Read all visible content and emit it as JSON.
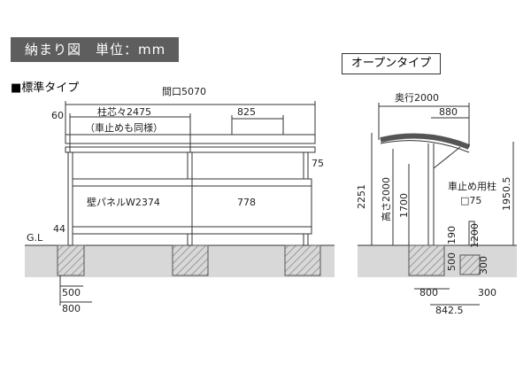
{
  "header": {
    "title": "納まり図　単位：mm",
    "type_label": "オープンタイプ",
    "standard_label": "■標準タイプ"
  },
  "front": {
    "opening": "間口5070",
    "offset_left": "60",
    "pitch": "柱芯々2475",
    "pitch_note": "（車止めも同様）",
    "overhang": "825",
    "dim_75": "75",
    "panel": "壁パネルW2374",
    "panel_right": "778",
    "gl": "G.L",
    "dim_44": "44",
    "footing_inner": "500",
    "footing_outer": "800"
  },
  "side": {
    "depth": "奥行2000",
    "depth_sub": "880",
    "total_height": "2251",
    "clear_height": "高さ2000",
    "dim_1700": "1700",
    "dim_19505": "1950.5",
    "stop_post": "車止め用柱",
    "stop_post_size": "□75",
    "dim_1200": "1200",
    "dim_190": "190",
    "dim_500": "500",
    "dim_800": "800",
    "dim_300a": "300",
    "dim_300b": "300",
    "dim_8425": "842.5"
  },
  "colors": {
    "line": "#333333",
    "hatch": "#9a9a9a",
    "ground": "#d8d8d8",
    "header_bg": "#5e5e5e"
  }
}
